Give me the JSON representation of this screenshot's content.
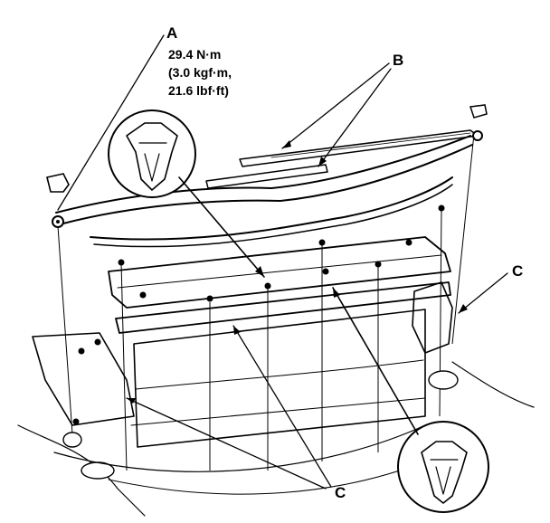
{
  "callouts": {
    "a": {
      "letter": "A",
      "torque_lines": [
        "29.4 N·m",
        "(3.0 kgf·m,",
        "21.6 lbf·ft)"
      ]
    },
    "b": {
      "letter": "B"
    },
    "c_right": {
      "letter": "C"
    },
    "c_bottom": {
      "letter": "C"
    }
  },
  "colors": {
    "ink": "#000000",
    "paper": "#ffffff"
  },
  "icons": [
    "clip-detail-icon",
    "bolt-icon",
    "nut-icon",
    "grommet-icon"
  ]
}
